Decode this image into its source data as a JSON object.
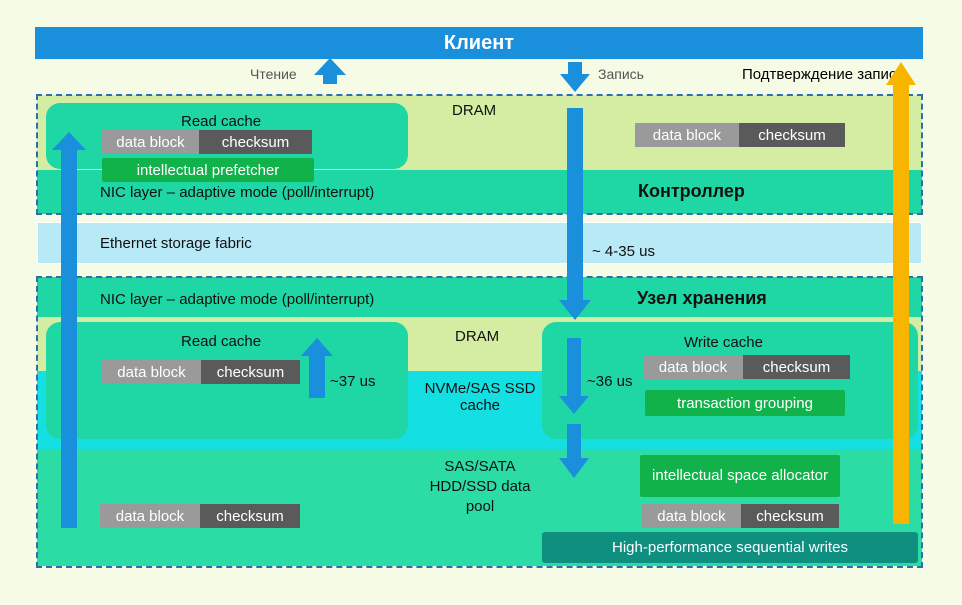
{
  "client": "Клиент",
  "read_label": "Чтение",
  "write_label": "Запись",
  "write_ack": "Подтверждение записи",
  "controller": {
    "dram": "DRAM",
    "read_cache_title": "Read cache",
    "chip": {
      "data_block": "data block",
      "checksum": "checksum"
    },
    "prefetcher": "intellectual prefetcher",
    "nic": "NIC layer – adaptive mode (poll/interrupt)",
    "title": "Контроллер"
  },
  "fabric": {
    "label": "Ethernet storage fabric",
    "latency": "~ 4-35 us"
  },
  "storage": {
    "nic": "NIC layer  – adaptive mode (poll/interrupt)",
    "title": "Узел хранения",
    "dram": "DRAM",
    "read_cache_title": "Read cache",
    "read_latency": "~37 us",
    "ssd_cache": "NVMe/SAS SSD cache",
    "write_latency": "~36 us",
    "write_cache_title": "Write cache",
    "transaction": "transaction grouping",
    "pool": "SAS/SATA HDD/SSD data pool",
    "space_allocator": "intellectual space allocator",
    "hp_writes": "High-performance sequential writes"
  },
  "colors": {
    "client_bar": "#1a90dc",
    "arrow_blue": "#1a90dc",
    "arrow_ack": "#f7b500",
    "chip_dark": "#5a5a5a",
    "chip_light": "#9a9a9a",
    "green_button": "#12b24a"
  }
}
